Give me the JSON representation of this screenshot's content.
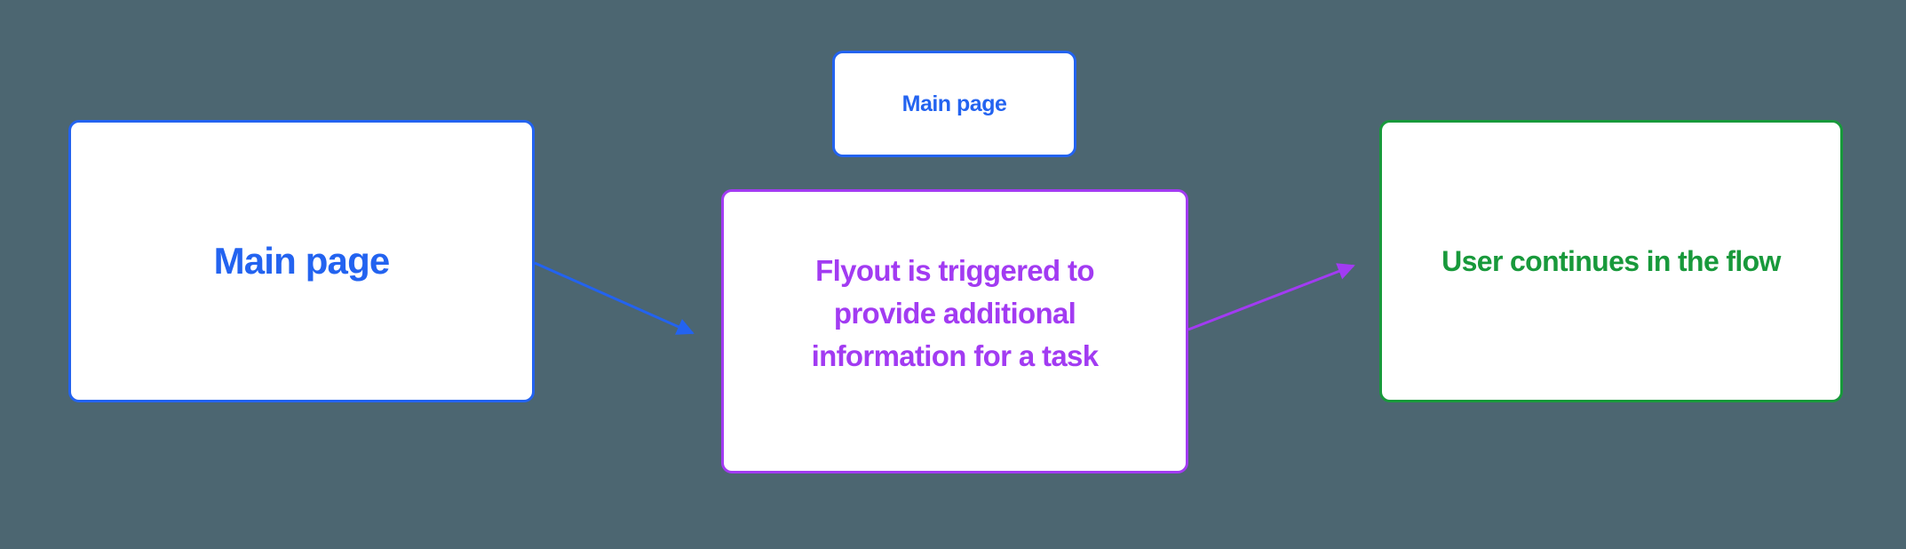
{
  "diagram": {
    "background_color": "#4C6671",
    "node_fill_color": "#FFFFFF",
    "colors": {
      "blue": "#2363F0",
      "purple": "#A23BF2",
      "green": "#18993B"
    },
    "nodes": {
      "main_page": {
        "label": "Main page",
        "color": "#2363F0"
      },
      "main_page_small": {
        "label": "Main page",
        "color": "#2363F0"
      },
      "flyout": {
        "label": "Flyout is triggered to provide additional information for a task",
        "lines": [
          "Flyout is triggered to",
          "provide additional",
          "information for a task"
        ],
        "color": "#A23BF2"
      },
      "continue_flow": {
        "label": "User continues in the flow",
        "color": "#18993B"
      }
    },
    "connectors": [
      {
        "from": "main_page",
        "to": "flyout",
        "color": "#2363F0"
      },
      {
        "from": "flyout",
        "to": "continue_flow",
        "color": "#A23BF2"
      }
    ]
  }
}
